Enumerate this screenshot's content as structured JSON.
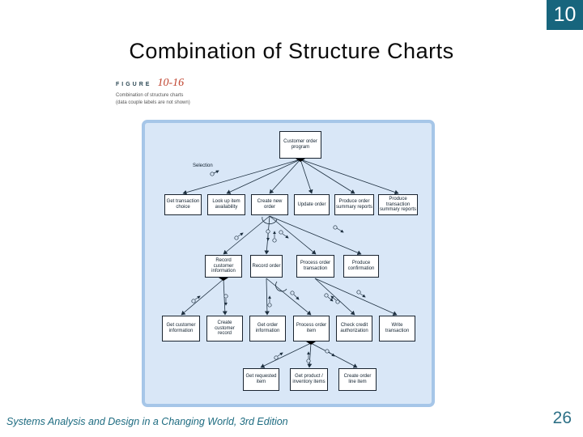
{
  "slide": {
    "slide_number_badge": "10",
    "title": "Combination of Structure Charts",
    "footer": "Systems Analysis and Design in a Changing World, 3rd Edition",
    "page_number": "26"
  },
  "figure": {
    "label": "FIGURE",
    "number": "10-16",
    "caption_line1": "Combination of structure charts",
    "caption_line2": "(data couple labels are not shown)"
  },
  "diagram": {
    "type": "structure-chart",
    "annotation": "Selection",
    "boxes": [
      {
        "id": "cop",
        "label": "Customer order program"
      },
      {
        "id": "gtc",
        "label": "Get transaction choice"
      },
      {
        "id": "luia",
        "label": "Look up item availability"
      },
      {
        "id": "cno",
        "label": "Create new order"
      },
      {
        "id": "uo",
        "label": "Update order"
      },
      {
        "id": "posr",
        "label": "Produce order summary reports"
      },
      {
        "id": "ptsr",
        "label": "Produce transaction summary reports"
      },
      {
        "id": "rci",
        "label": "Record customer information"
      },
      {
        "id": "ro",
        "label": "Record order"
      },
      {
        "id": "pot",
        "label": "Process order transaction"
      },
      {
        "id": "pc",
        "label": "Produce confirmation"
      },
      {
        "id": "gci",
        "label": "Get customer information"
      },
      {
        "id": "ccr",
        "label": "Create customer record"
      },
      {
        "id": "goi",
        "label": "Get order information"
      },
      {
        "id": "poi",
        "label": "Process order item"
      },
      {
        "id": "cca",
        "label": "Check credit authorization"
      },
      {
        "id": "wt",
        "label": "Write transaction"
      },
      {
        "id": "gri",
        "label": "Get requested item"
      },
      {
        "id": "gpii",
        "label": "Get product / inventory items"
      },
      {
        "id": "coli",
        "label": "Create order line item"
      }
    ],
    "connections": [
      [
        "Customer order program",
        "Get transaction choice"
      ],
      [
        "Customer order program",
        "Look up item availability"
      ],
      [
        "Customer order program",
        "Create new order"
      ],
      [
        "Customer order program",
        "Update order"
      ],
      [
        "Customer order program",
        "Produce order summary reports"
      ],
      [
        "Customer order program",
        "Produce transaction summary reports"
      ],
      [
        "Create new order",
        "Record customer information"
      ],
      [
        "Create new order",
        "Record order"
      ],
      [
        "Create new order",
        "Process order transaction"
      ],
      [
        "Create new order",
        "Produce confirmation"
      ],
      [
        "Record customer information",
        "Get customer information"
      ],
      [
        "Record customer information",
        "Create customer record"
      ],
      [
        "Record order",
        "Get order information"
      ],
      [
        "Record order",
        "Process order item"
      ],
      [
        "Process order transaction",
        "Check credit authorization"
      ],
      [
        "Process order transaction",
        "Write transaction"
      ],
      [
        "Process order item",
        "Get requested item"
      ],
      [
        "Process order item",
        "Get product / inventory items"
      ],
      [
        "Process order item",
        "Create order line item"
      ]
    ],
    "transaction_center_boxes": [
      "Customer order program",
      "Record customer information",
      "Process order item"
    ],
    "colors": {
      "badge_teal": "#17657D",
      "figure_number_red": "#C0432E",
      "panel_border": "#A6C6E8",
      "panel_fill": "#D9E7F7",
      "line_color": "#1D2F3F",
      "footer_teal": "#1D6B80"
    }
  }
}
